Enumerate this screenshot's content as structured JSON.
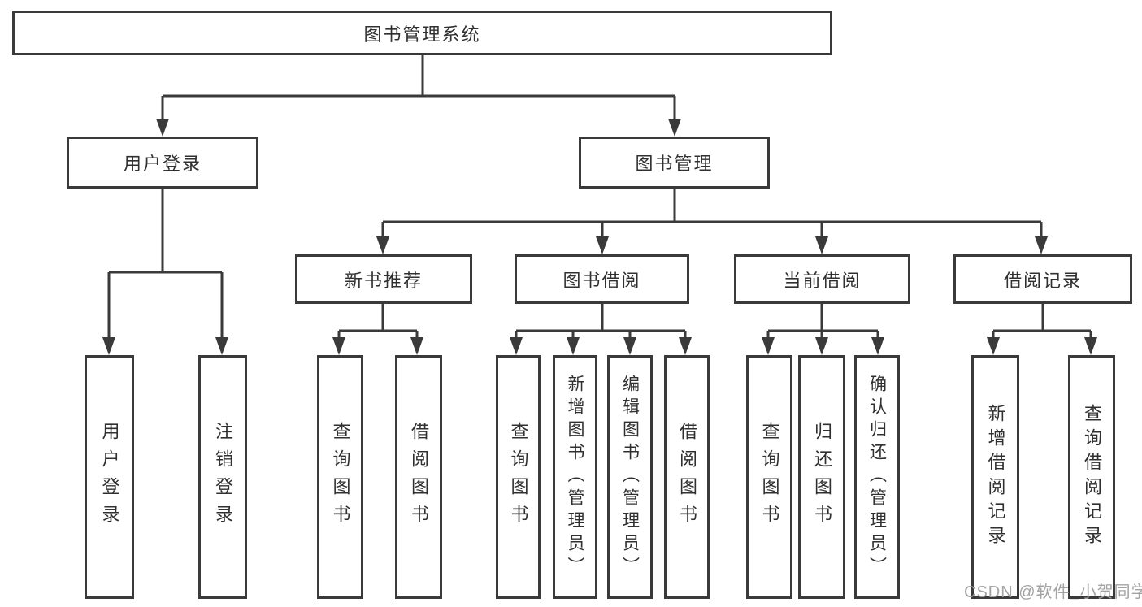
{
  "colors": {
    "line": "#3a3a3a",
    "box_border": "#3a3a3a",
    "text": "#303030",
    "watermark": "#a3a3a3",
    "background": "#ffffff"
  },
  "tree": {
    "root": {
      "label": "图书管理系统"
    },
    "children": [
      {
        "label": "用户登录",
        "children": [
          {
            "label": "用户登录"
          },
          {
            "label": "注销登录"
          }
        ]
      },
      {
        "label": "图书管理",
        "children": [
          {
            "label": "新书推荐",
            "children": [
              {
                "label": "查询图书"
              },
              {
                "label": "借阅图书"
              }
            ]
          },
          {
            "label": "图书借阅",
            "children": [
              {
                "label": "查询图书"
              },
              {
                "label": "新增图书（管理员）"
              },
              {
                "label": "编辑图书（管理员）"
              },
              {
                "label": "借阅图书"
              }
            ]
          },
          {
            "label": "当前借阅",
            "children": [
              {
                "label": "查询图书"
              },
              {
                "label": "归还图书"
              },
              {
                "label": "确认归还（管理员）"
              }
            ]
          },
          {
            "label": "借阅记录",
            "children": [
              {
                "label": "新增借阅记录"
              },
              {
                "label": "查询借阅记录"
              }
            ]
          }
        ]
      }
    ]
  },
  "watermark": {
    "text": "CSDN @软件_小贺同学"
  }
}
